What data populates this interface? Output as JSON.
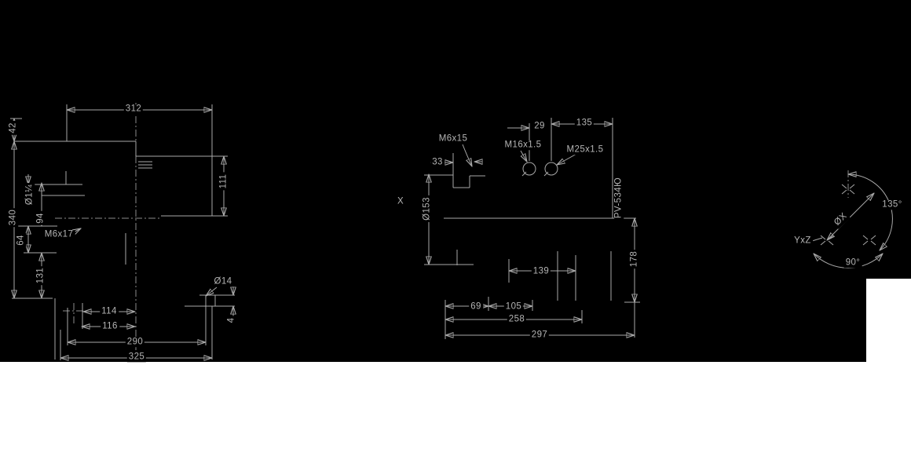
{
  "drawing_title": "pump outline dimension drawing",
  "colors": {
    "background": "#000000",
    "line": "#a9a9a9",
    "centerline": "#8d8d8d",
    "text": "#b4b4b4",
    "paper": "#ffffff"
  },
  "labels": {
    "d312": "312",
    "d42": "42",
    "d111": "111",
    "d340": "340",
    "port": "Ø1¼",
    "d94": "94",
    "m6x17": "M6x17",
    "d64": "64",
    "d131": "131",
    "dia14": "Ø14",
    "d4": "4",
    "d114": "114",
    "d116": "116",
    "d290": "290",
    "d325": "325",
    "m6x15": "M6x15",
    "d33": "33",
    "d29": "29",
    "d135": "135",
    "m16": "M16x1.5",
    "m25": "M25x1.5",
    "pv": "PV-534Ю",
    "x": "X",
    "d153": "Ø153",
    "d178": "178",
    "d139": "139",
    "d69": "69",
    "d105": "105",
    "d258": "258",
    "d297": "297",
    "a135": "135°",
    "a90": "90°",
    "diax": "ØX",
    "yxz": "YxZ"
  }
}
